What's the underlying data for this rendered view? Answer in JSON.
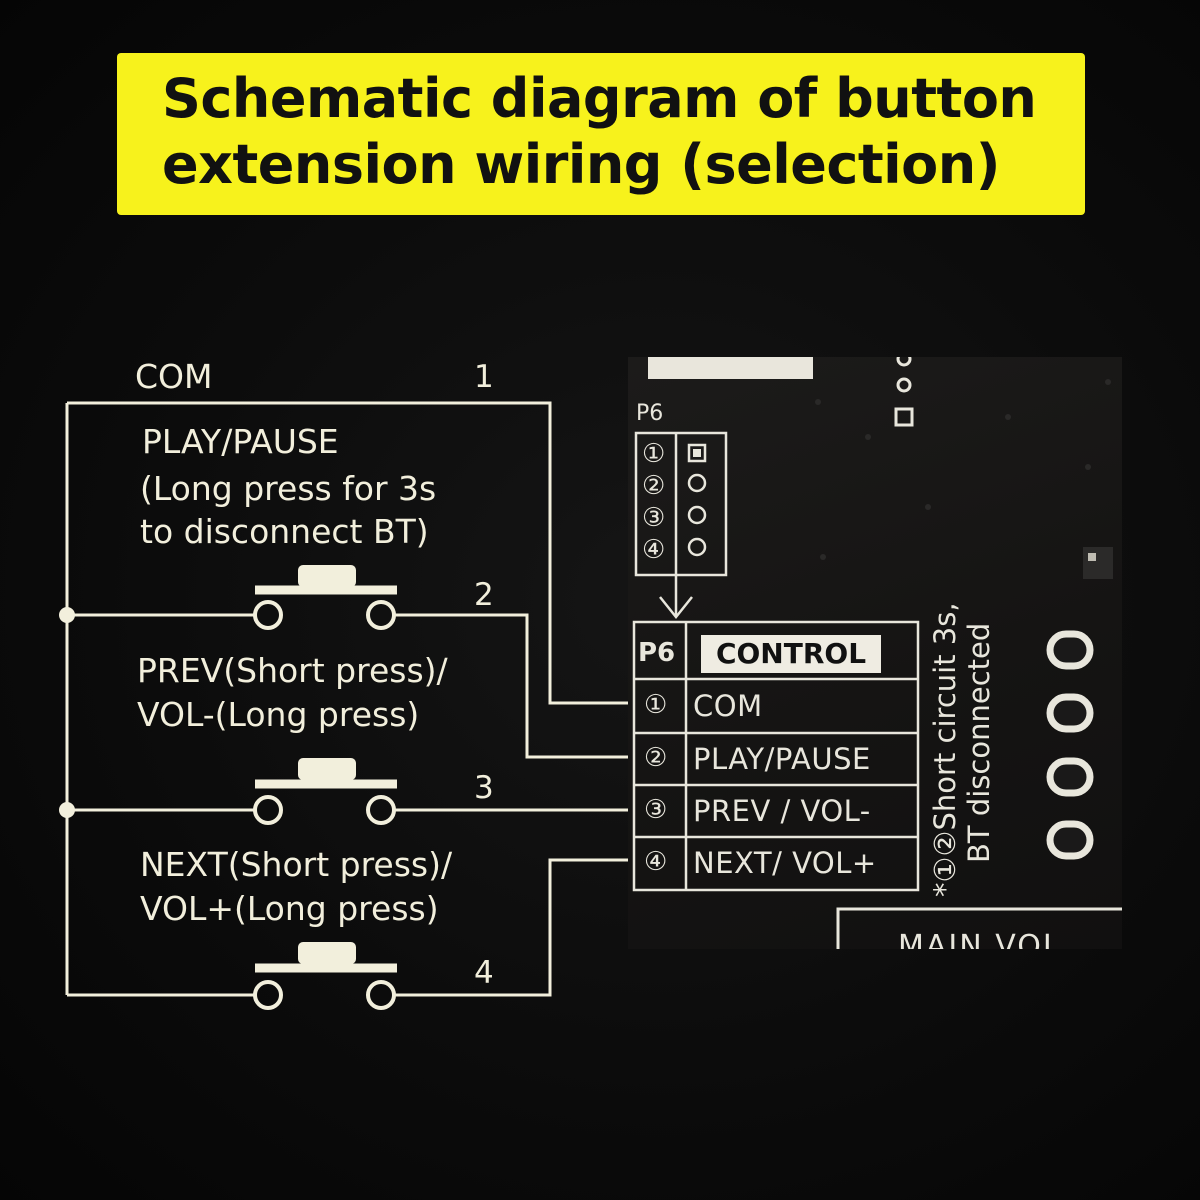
{
  "title": {
    "line1": "Schematic diagram of button",
    "line2": "extension wiring (selection)"
  },
  "schematic": {
    "com_label": "COM",
    "pins": [
      "1",
      "2",
      "3",
      "4"
    ],
    "buttons": [
      {
        "lines": [
          "PLAY/PAUSE",
          "(Long press for 3s",
          "to disconnect BT)"
        ]
      },
      {
        "lines": [
          "PREV(Short press)/",
          "VOL-(Long press)"
        ]
      },
      {
        "lines": [
          "NEXT(Short press)/",
          "VOL+(Long press)"
        ]
      }
    ]
  },
  "board": {
    "header_label": "P6",
    "header_pins": [
      "①",
      "②",
      "③",
      "④"
    ],
    "table_header": {
      "p6": "P6",
      "control": "CONTROL"
    },
    "table_rows": [
      {
        "num": "①",
        "label": "COM"
      },
      {
        "num": "②",
        "label": "PLAY/PAUSE"
      },
      {
        "num": "③",
        "label": "PREV / VOL-"
      },
      {
        "num": "④",
        "label": "NEXT/ VOL+"
      }
    ],
    "note_line1": "*①②Short circuit 3s,",
    "note_line2": "BT disconnected",
    "bottom_label": "MAIN  VOL"
  },
  "colors": {
    "banner": "#f7f21c",
    "wire": "#f2efdc",
    "background": "#0b0b0b"
  }
}
